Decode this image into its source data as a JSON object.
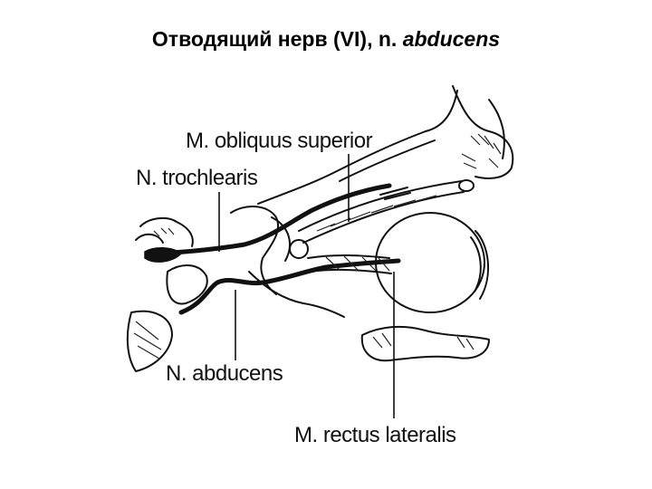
{
  "title": {
    "prefix": "Отводящий нерв (VI), n. ",
    "italic": "abducens"
  },
  "labels": {
    "obliquus": "M. obliquus superior",
    "trochlearis": "N. trochlearis",
    "abducens": "N. abducens",
    "rectus": "M. rectus lateralis"
  }
}
